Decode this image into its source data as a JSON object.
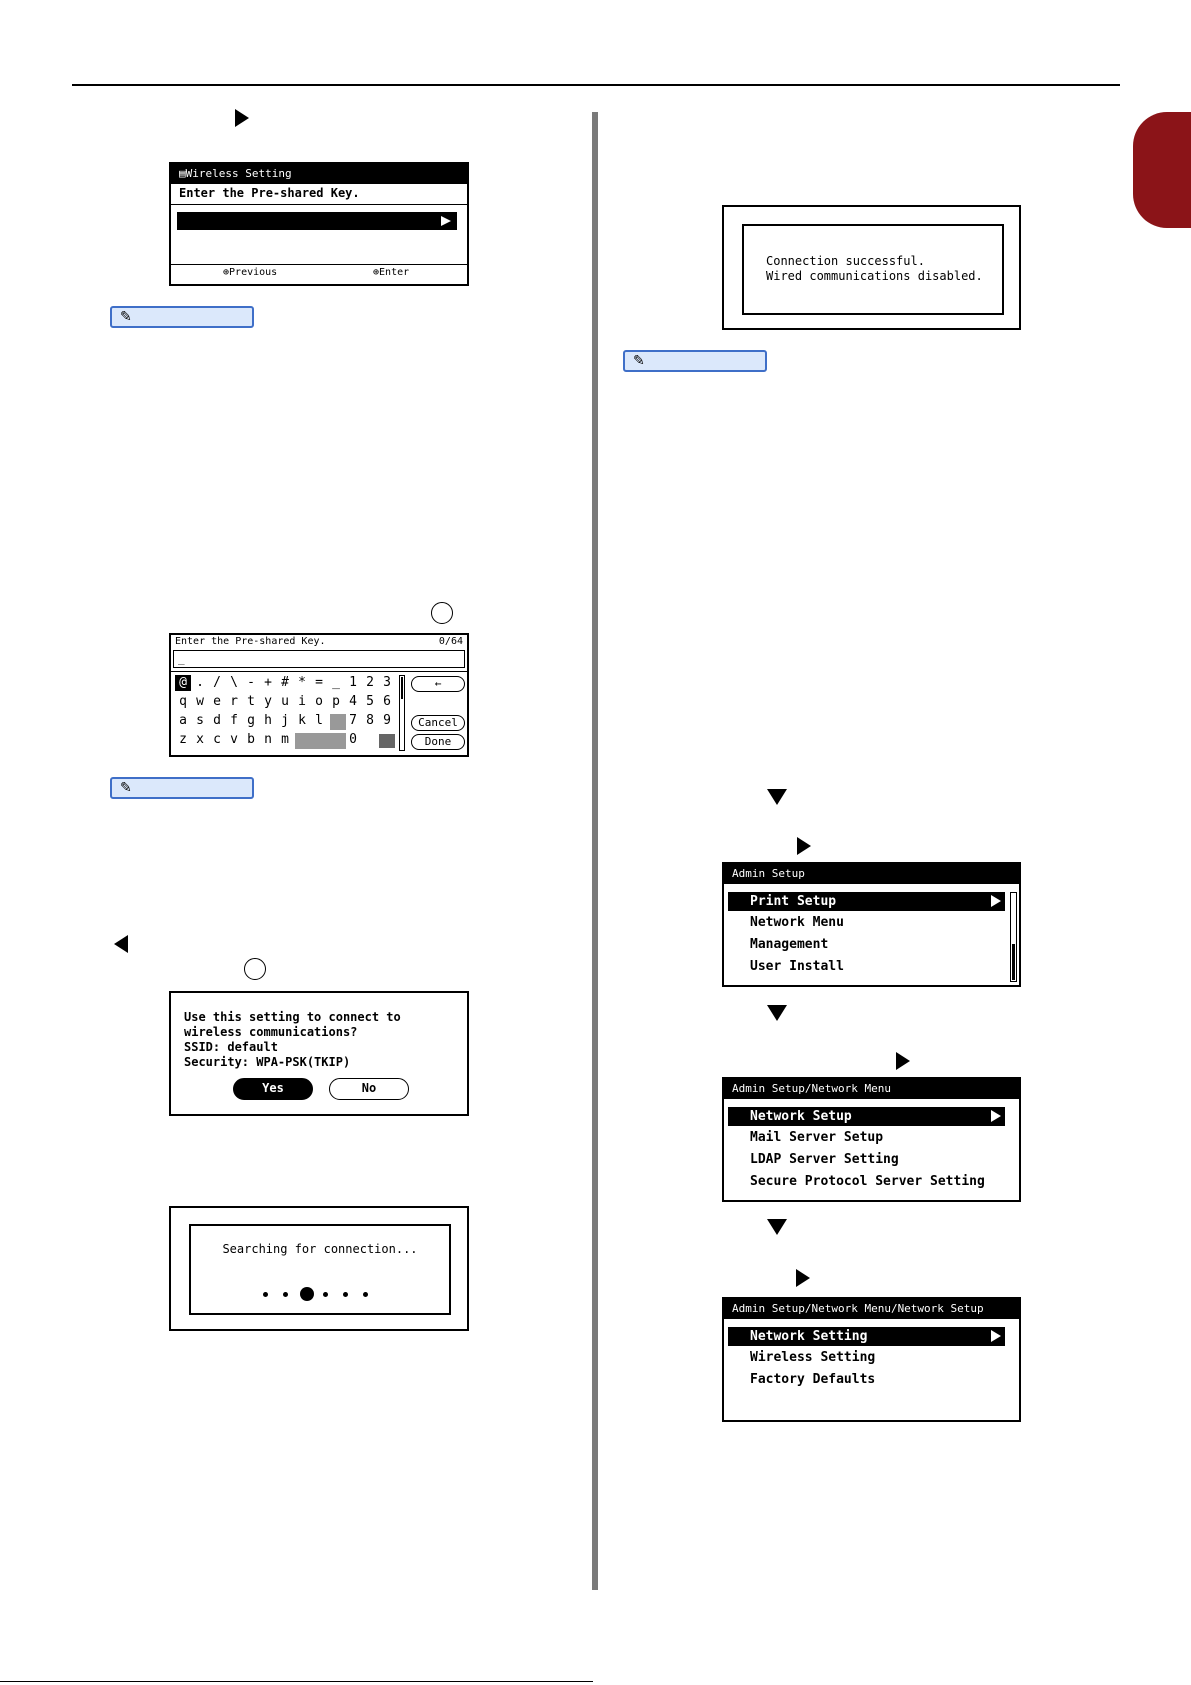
{
  "dialogs": {
    "wireless_setting": {
      "title": "Wireless Setting",
      "prompt": "Enter the Pre-shared Key.",
      "footer_previous": "Previous",
      "footer_enter": "Enter"
    },
    "keyboard": {
      "prompt": "Enter the Pre-shared Key.",
      "counter": "0/64",
      "cursor": "_",
      "rows": [
        [
          "@",
          ".",
          "/",
          "\\",
          "-",
          "+",
          "#",
          "*",
          "=",
          "_",
          "1",
          "2",
          "3"
        ],
        [
          "q",
          "w",
          "e",
          "r",
          "t",
          "y",
          "u",
          "i",
          "o",
          "p",
          "4",
          "5",
          "6"
        ],
        [
          "a",
          "s",
          "d",
          "f",
          "g",
          "h",
          "j",
          "k",
          "l",
          "",
          "7",
          "8",
          "9"
        ],
        [
          "z",
          "x",
          "c",
          "v",
          "b",
          "n",
          "m",
          "",
          "",
          "",
          "0",
          "",
          ""
        ]
      ],
      "backspace": "←",
      "cancel": "Cancel",
      "done": "Done"
    },
    "confirm": {
      "line1": "Use this setting to connect to",
      "line2": "wireless communications?",
      "line3": "SSID: default",
      "line4": "Security: WPA-PSK(TKIP)",
      "yes": "Yes",
      "no": "No"
    },
    "searching": {
      "text": "Searching for connection..."
    },
    "success": {
      "line1": "Connection successful.",
      "line2": "Wired communications disabled."
    },
    "admin_setup": {
      "title": "Admin Setup",
      "items": [
        "Print Setup",
        "Network Menu",
        "Management",
        "User Install"
      ]
    },
    "network_menu": {
      "title": "Admin Setup/Network Menu",
      "items": [
        "Network Setup",
        "Mail Server Setup",
        "LDAP Server Setting",
        "Secure Protocol Server Setting"
      ]
    },
    "network_setup": {
      "title": "Admin Setup/Network Menu/Network Setup",
      "items": [
        "Network Setting",
        "Wireless Setting",
        "Factory Defaults"
      ]
    }
  }
}
